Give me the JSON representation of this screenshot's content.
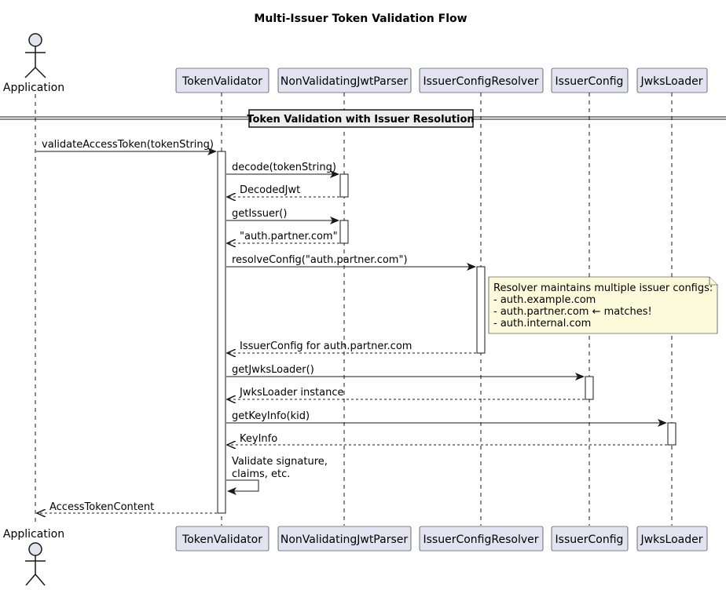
{
  "title": "Multi-Issuer Token Validation Flow",
  "colors": {
    "participant_fill": "#e2e2f0",
    "participant_border": "#181818",
    "note_fill": "#fbfbdc",
    "note_border": "#181818"
  },
  "actor": {
    "label": "Application",
    "icon": "stick-figure-icon"
  },
  "participants": [
    "TokenValidator",
    "NonValidatingJwtParser",
    "IssuerConfigResolver",
    "IssuerConfig",
    "JwksLoader"
  ],
  "divider": "Token Validation with Issuer Resolution",
  "messages": [
    "validateAccessToken(tokenString)",
    "decode(tokenString)",
    "DecodedJwt",
    "getIssuer()",
    "\"auth.partner.com\"",
    "resolveConfig(\"auth.partner.com\")",
    "IssuerConfig for auth.partner.com",
    "getJwksLoader()",
    "JwksLoader instance",
    "getKeyInfo(kid)",
    "KeyInfo",
    "Validate signature,",
    "claims, etc.",
    "AccessTokenContent"
  ],
  "note": [
    "Resolver maintains multiple issuer configs:",
    "- auth.example.com",
    "- auth.partner.com  ← matches!",
    "- auth.internal.com"
  ]
}
